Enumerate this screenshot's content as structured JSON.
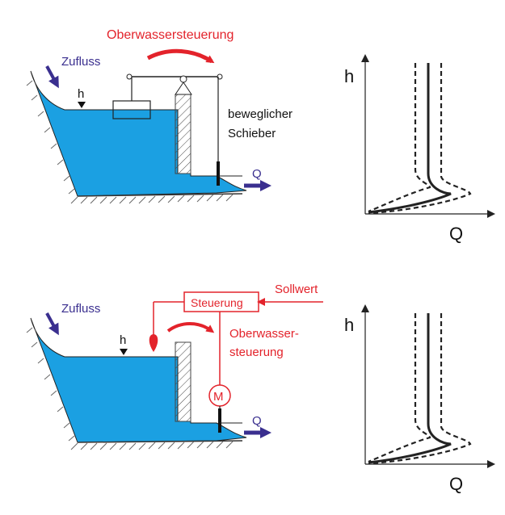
{
  "colors": {
    "water": "#1ba0e2",
    "red": "#e3232b",
    "purple": "#3a2f8f",
    "line": "#222222",
    "hatch": "#444444"
  },
  "top": {
    "title": "Oberwassersteuerung",
    "inflow": "Zufluss",
    "level": "h",
    "gate_line1": "beweglicher",
    "gate_line2": "Schieber",
    "flow": "Q",
    "graph_y": "h",
    "graph_x": "Q"
  },
  "bottom": {
    "controller": "Steuerung",
    "setpoint": "Sollwert",
    "ctrl_line1": "Oberwasser-",
    "ctrl_line2": "steuerung",
    "motor": "M",
    "inflow": "Zufluss",
    "level": "h",
    "flow": "Q",
    "graph_y": "h",
    "graph_x": "Q"
  }
}
